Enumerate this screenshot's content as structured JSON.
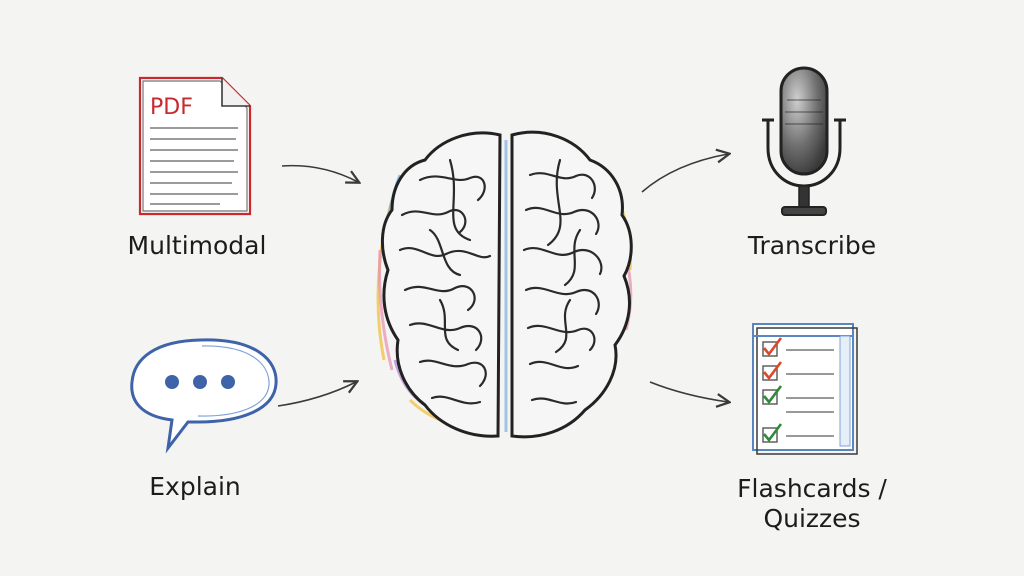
{
  "nodes": {
    "input_top": {
      "icon": "pdf-document-icon",
      "icon_text": "PDF",
      "label": "Multimodal"
    },
    "input_bottom": {
      "icon": "speech-bubble-icon",
      "label": "Explain"
    },
    "center": {
      "icon": "brain-icon"
    },
    "output_top": {
      "icon": "microphone-icon",
      "label": "Transcribe"
    },
    "output_bottom": {
      "icon": "checklist-icon",
      "label_line1": "Flashcards /",
      "label_line2": "Quizzes"
    }
  },
  "colors": {
    "ink": "#1c1c1c",
    "pdf_red": "#c9282e",
    "bubble_blue": "#3e63a8",
    "check_green": "#2f8a3a",
    "check_red": "#d84a2a",
    "accent_pink": "#e58fb0",
    "accent_yellow": "#f0c34a",
    "accent_blue": "#7fb0e0",
    "accent_purple": "#a97fd0"
  }
}
